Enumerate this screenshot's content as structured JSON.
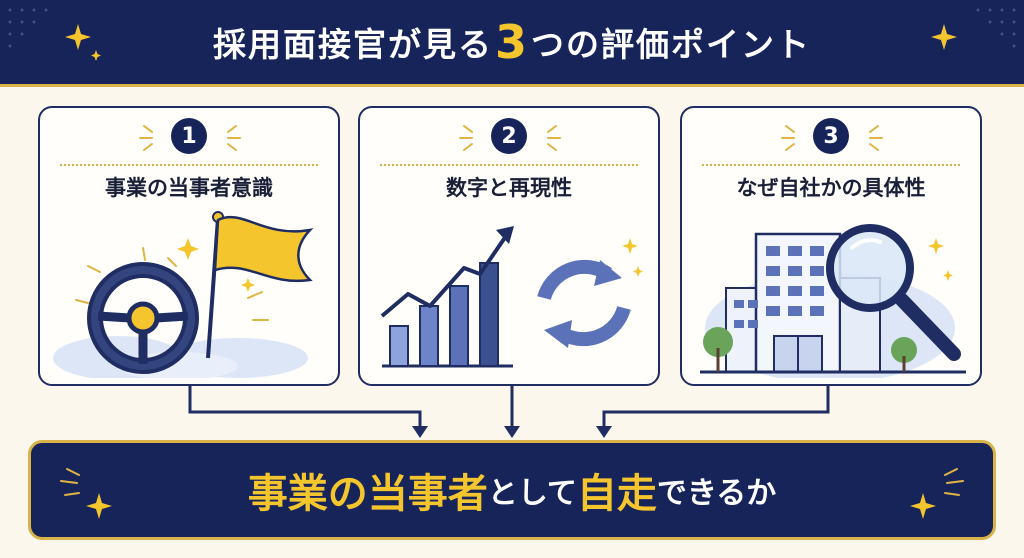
{
  "header": {
    "title_part1": "採用面接官が見る",
    "title_highlight": "3",
    "title_part2": "つの評価ポイント"
  },
  "cards": [
    {
      "number": "1",
      "title": "事業の当事者意識",
      "icon": "steering-wheel-and-flag-icon"
    },
    {
      "number": "2",
      "title": "数字と再現性",
      "icon": "growth-chart-and-cycle-icon"
    },
    {
      "number": "3",
      "title": "なぜ自社かの具体性",
      "icon": "office-building-and-magnifier-icon"
    }
  ],
  "banner": {
    "part1": "事業の当事者",
    "part2": "として",
    "part3": "自走",
    "part4": "できるか"
  },
  "colors": {
    "navy": "#17245a",
    "gold": "#f5c52e",
    "cream": "#fbf7ec",
    "blue": "#5b72b8"
  }
}
